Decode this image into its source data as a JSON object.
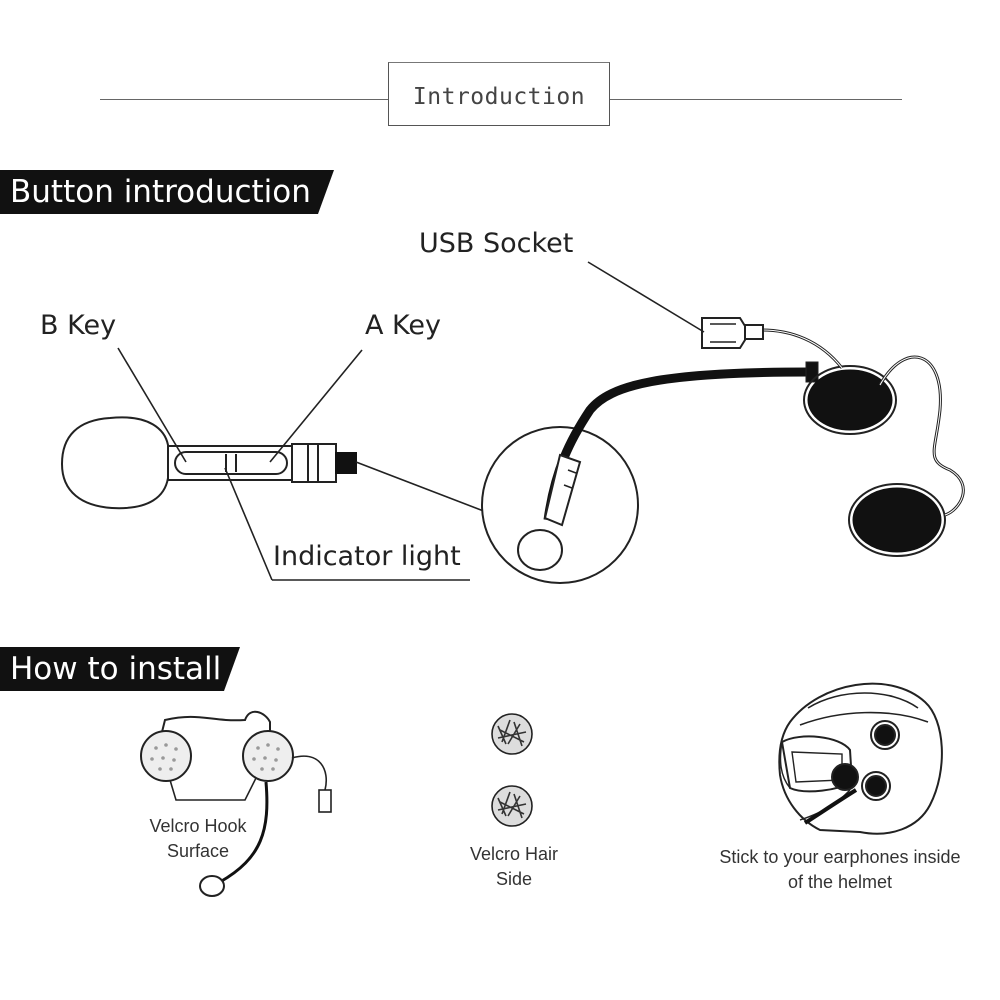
{
  "header": {
    "title": "Introduction"
  },
  "sections": {
    "button_intro": "Button introduction",
    "how_to_install": "How to install"
  },
  "button_diagram": {
    "b_key": "B Key",
    "a_key": "A Key",
    "indicator_light": "Indicator light",
    "usb_socket": "USB Socket"
  },
  "install": {
    "hook_caption_1": "Velcro Hook",
    "hook_caption_2": "Surface",
    "hair_caption_1": "Velcro Hair",
    "hair_caption_2": "Side",
    "helmet_caption_1": "Stick to your earphones inside",
    "helmet_caption_2": "of the helmet"
  }
}
